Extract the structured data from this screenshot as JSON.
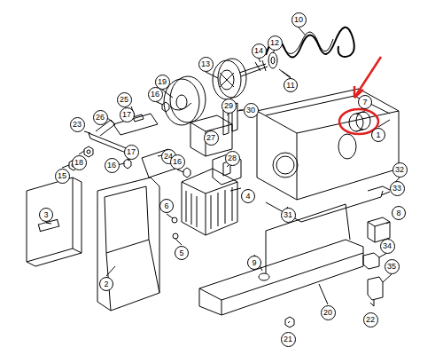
{
  "diagram": {
    "labels": [
      "10",
      "12",
      "14",
      "11",
      "13",
      "7",
      "1",
      "19",
      "30",
      "29",
      "25",
      "16",
      "17",
      "26",
      "23",
      "18",
      "15",
      "24",
      "17",
      "16",
      "16",
      "27",
      "28",
      "4",
      "6",
      "5",
      "32",
      "33",
      "31",
      "3",
      "2",
      "8",
      "34",
      "9",
      "35",
      "22",
      "20",
      "21"
    ]
  }
}
